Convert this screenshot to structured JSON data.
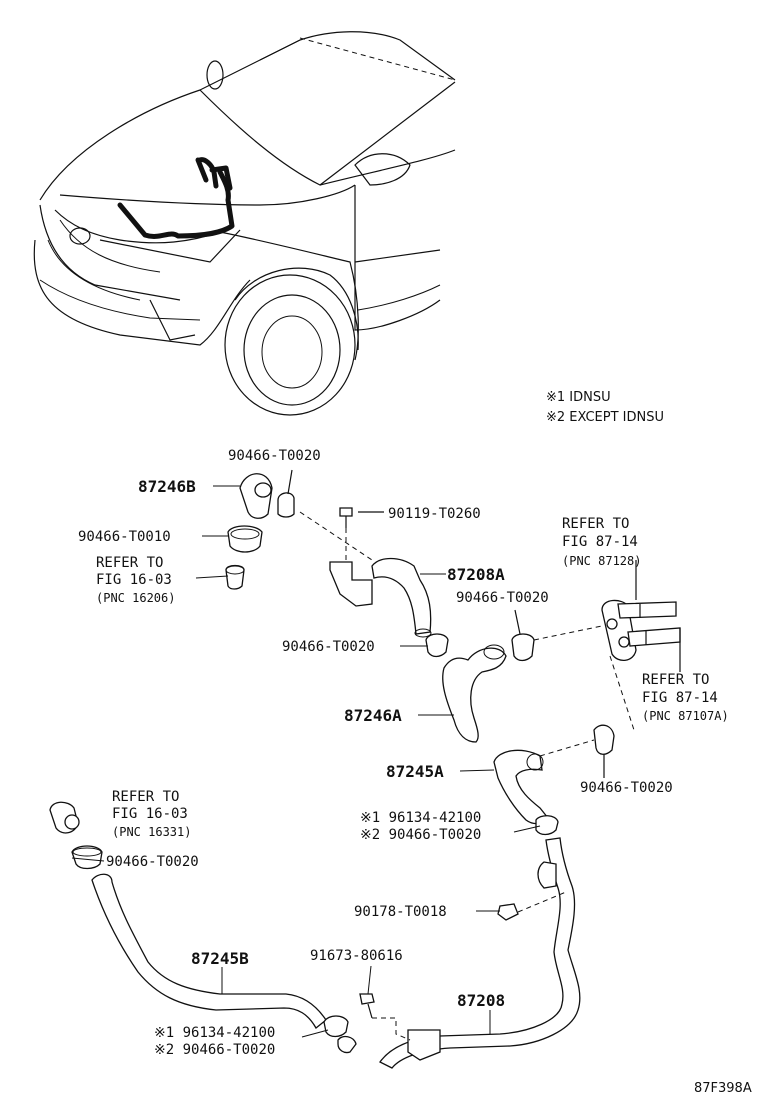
{
  "notes": {
    "note1": "※1 IDNSU",
    "note2": "※2 EXCEPT IDNSU"
  },
  "labels": {
    "p90466_T0020_top": "90466-T0020",
    "p87246B": "87246B",
    "p90119_T0260": "90119-T0260",
    "p90466_T0010": "90466-T0010",
    "ref_16_03_a_l1": "REFER TO",
    "ref_16_03_a_l2": "FIG 16-03",
    "ref_16_03_a_l3": "(PNC 16206)",
    "p87208A": "87208A",
    "ref_87_14_a_l1": "REFER TO",
    "ref_87_14_a_l2": "FIG 87-14",
    "ref_87_14_a_l3": "(PNC 87128)",
    "p90466_T0020_mid_r": "90466-T0020",
    "p90466_T0020_mid_l": "90466-T0020",
    "ref_87_14_b_l1": "REFER TO",
    "ref_87_14_b_l2": "FIG 87-14",
    "ref_87_14_b_l3": "(PNC 87107A)",
    "p87246A": "87246A",
    "p87245A": "87245A",
    "p90466_T0020_r2": "90466-T0020",
    "ref_16_03_b_l1": "REFER TO",
    "ref_16_03_b_l2": "FIG 16-03",
    "ref_16_03_b_l3": "(PNC 16331)",
    "n1_96134_42100_a": "※1 96134-42100",
    "n2_90466_T0020_a": "※2 90466-T0020",
    "p90466_T0020_left": "90466-T0020",
    "p90178_T0018": "90178-T0018",
    "p87245B": "87245B",
    "p91673_80616": "91673-80616",
    "p87208": "87208",
    "n1_96134_42100_b": "※1 96134-42100",
    "n2_90466_T0020_b": "※2 90466-T0020",
    "fig_id": "87F398A"
  }
}
